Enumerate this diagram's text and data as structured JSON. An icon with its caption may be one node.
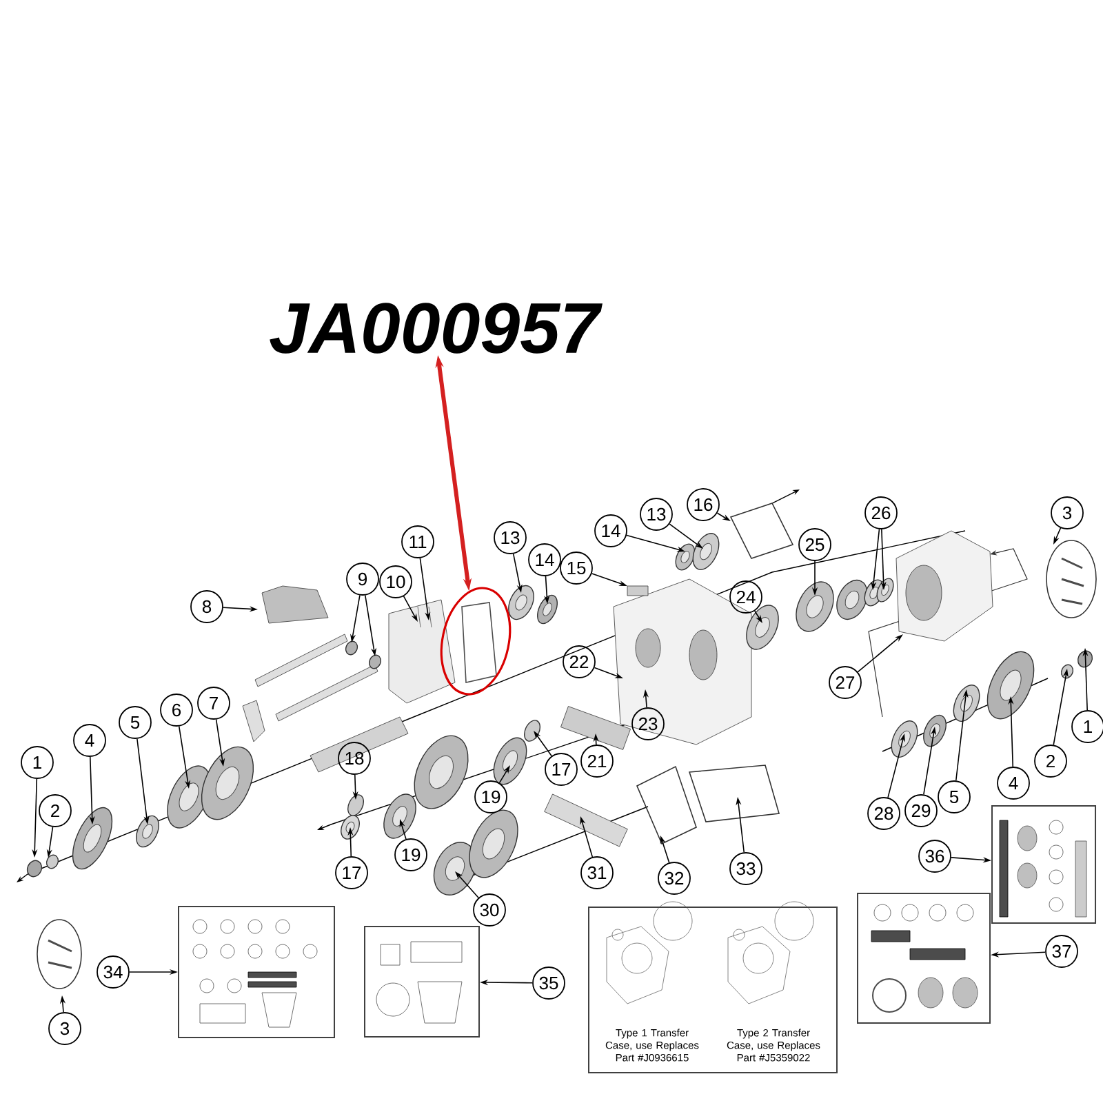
{
  "diagram": {
    "nodes": [
      {
        "text": [
          "JA000957"
        ]
      },
      {
        "text": [],
        "shape": "circle"
      },
      {
        "text": [
          "1"
        ]
      },
      {
        "text": [
          "2"
        ]
      },
      {
        "text": [
          "4"
        ]
      },
      {
        "text": [
          "5"
        ]
      },
      {
        "text": [
          "6"
        ]
      },
      {
        "text": [
          "7"
        ]
      },
      {
        "text": [
          "8"
        ]
      },
      {
        "text": [
          "9"
        ]
      },
      {
        "text": [
          "10"
        ]
      },
      {
        "text": [
          "11"
        ]
      },
      {
        "text": [
          "13"
        ]
      },
      {
        "text": [
          "14"
        ]
      },
      {
        "text": [
          "14"
        ]
      },
      {
        "text": [
          "13"
        ]
      },
      {
        "text": [
          "16"
        ]
      },
      {
        "text": [
          "15"
        ]
      },
      {
        "text": [
          "26"
        ]
      },
      {
        "text": [
          "3"
        ]
      },
      {
        "text": [
          "25"
        ]
      },
      {
        "text": [
          "24"
        ]
      },
      {
        "text": [
          "22"
        ]
      },
      {
        "text": [
          "23"
        ]
      },
      {
        "text": [
          "27"
        ]
      },
      {
        "text": [
          "1"
        ]
      },
      {
        "text": [
          "18"
        ]
      },
      {
        "text": [
          "17"
        ]
      },
      {
        "text": [
          "21"
        ]
      },
      {
        "text": [
          "2"
        ]
      },
      {
        "text": [
          "4"
        ]
      },
      {
        "text": [
          "5"
        ]
      },
      {
        "text": [
          "19"
        ]
      },
      {
        "text": [
          "29"
        ]
      },
      {
        "text": [
          "28"
        ]
      },
      {
        "text": [
          "19"
        ]
      },
      {
        "text": [
          "36"
        ]
      },
      {
        "text": [
          "33"
        ]
      },
      {
        "text": [
          "17"
        ]
      },
      {
        "text": [
          "31"
        ]
      },
      {
        "text": [
          "32"
        ]
      },
      {
        "text": [
          "30"
        ]
      },
      {
        "text": [
          "37"
        ]
      },
      {
        "text": [
          "34"
        ]
      },
      {
        "text": [
          "35"
        ]
      },
      {
        "text": [
          "3"
        ]
      },
      {
        "text": [],
        "shape": "box"
      },
      {
        "text": [],
        "shape": "box"
      },
      {
        "text": [],
        "shape": "box"
      },
      {
        "text": [],
        "shape": "box"
      },
      {
        "text": [
          "Type 1 Transfer Case, use Replaces Part #J0936615",
          "Type 2 Transfer Case, use Replaces Part #J5359022"
        ]
      }
    ],
    "edges": [
      {
        "from": 0,
        "to": 1,
        "arrow": "both",
        "style": "thick",
        "color": "#d42020"
      },
      {
        "from": 2,
        "to": null,
        "arrow": "to"
      },
      {
        "from": 3,
        "to": null,
        "arrow": "to"
      },
      {
        "from": 4,
        "to": null,
        "arrow": "to"
      },
      {
        "from": 5,
        "to": null,
        "arrow": "to"
      },
      {
        "from": 6,
        "to": null,
        "arrow": "to"
      },
      {
        "from": 7,
        "to": null,
        "arrow": "to"
      },
      {
        "from": 8,
        "to": null,
        "arrow": "to"
      },
      {
        "from": 9,
        "to": null,
        "arrow": "to"
      },
      {
        "from": 9,
        "to": null,
        "arrow": "to"
      },
      {
        "from": 10,
        "to": null,
        "arrow": "to"
      },
      {
        "from": 11,
        "to": null,
        "arrow": "to"
      },
      {
        "from": 12,
        "to": null,
        "arrow": "to"
      },
      {
        "from": 13,
        "to": null,
        "arrow": "to"
      },
      {
        "from": 14,
        "to": null,
        "arrow": "to"
      },
      {
        "from": 15,
        "to": null,
        "arrow": "to"
      },
      {
        "from": 16,
        "to": null,
        "arrow": "to"
      },
      {
        "from": 17,
        "to": null,
        "arrow": "to"
      },
      {
        "from": 18,
        "to": null,
        "arrow": "to"
      },
      {
        "from": 18,
        "to": null,
        "arrow": "to"
      },
      {
        "from": 19,
        "to": null,
        "arrow": "to"
      },
      {
        "from": 20,
        "to": null,
        "arrow": "to"
      },
      {
        "from": 21,
        "to": null,
        "arrow": "to"
      },
      {
        "from": 22,
        "to": null,
        "arrow": "to"
      },
      {
        "from": 23,
        "to": null,
        "arrow": "to"
      },
      {
        "from": 24,
        "to": null,
        "arrow": "to"
      },
      {
        "from": 25,
        "to": null,
        "arrow": "to"
      },
      {
        "from": 26,
        "to": null,
        "arrow": "to"
      },
      {
        "from": 27,
        "to": null,
        "arrow": "to"
      },
      {
        "from": 28,
        "to": null,
        "arrow": "to"
      },
      {
        "from": 29,
        "to": null,
        "arrow": "to"
      },
      {
        "from": 30,
        "to": null,
        "arrow": "to"
      },
      {
        "from": 31,
        "to": null,
        "arrow": "to"
      },
      {
        "from": 32,
        "to": null,
        "arrow": "to"
      },
      {
        "from": 33,
        "to": null,
        "arrow": "to"
      },
      {
        "from": 34,
        "to": null,
        "arrow": "to"
      },
      {
        "from": 35,
        "to": null,
        "arrow": "to"
      },
      {
        "from": 36,
        "to": 46,
        "arrow": "to"
      },
      {
        "from": 37,
        "to": null,
        "arrow": "to"
      },
      {
        "from": 38,
        "to": null,
        "arrow": "to"
      },
      {
        "from": 39,
        "to": null,
        "arrow": "to"
      },
      {
        "from": 40,
        "to": null,
        "arrow": "to"
      },
      {
        "from": 41,
        "to": null,
        "arrow": "to"
      },
      {
        "from": 42,
        "to": 47,
        "arrow": "to"
      },
      {
        "from": 43,
        "to": 48,
        "arrow": "to"
      },
      {
        "from": 44,
        "to": 49,
        "arrow": "to"
      },
      {
        "from": 45,
        "to": null,
        "arrow": "to"
      }
    ]
  }
}
